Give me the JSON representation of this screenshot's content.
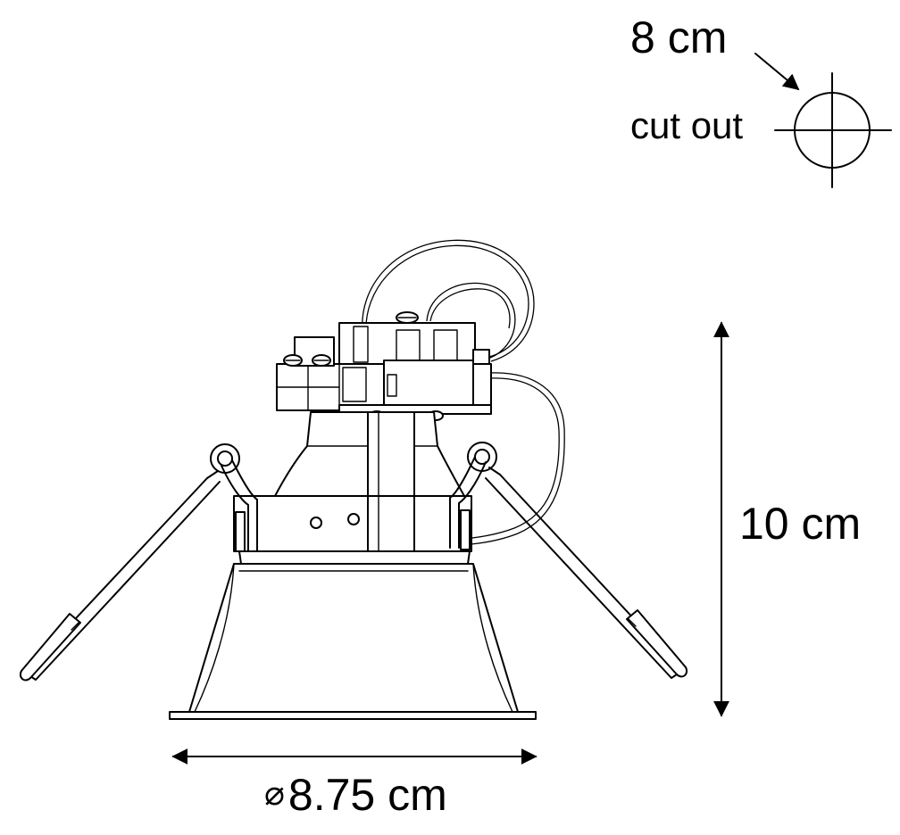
{
  "cutout": {
    "size_label": "8 cm",
    "caption": "cut out"
  },
  "dimensions": {
    "height_label": "10 cm",
    "diameter_symbol": "⌀",
    "diameter_value": "8.75 cm"
  },
  "colors": {
    "line": "#000000",
    "background": "#ffffff"
  }
}
